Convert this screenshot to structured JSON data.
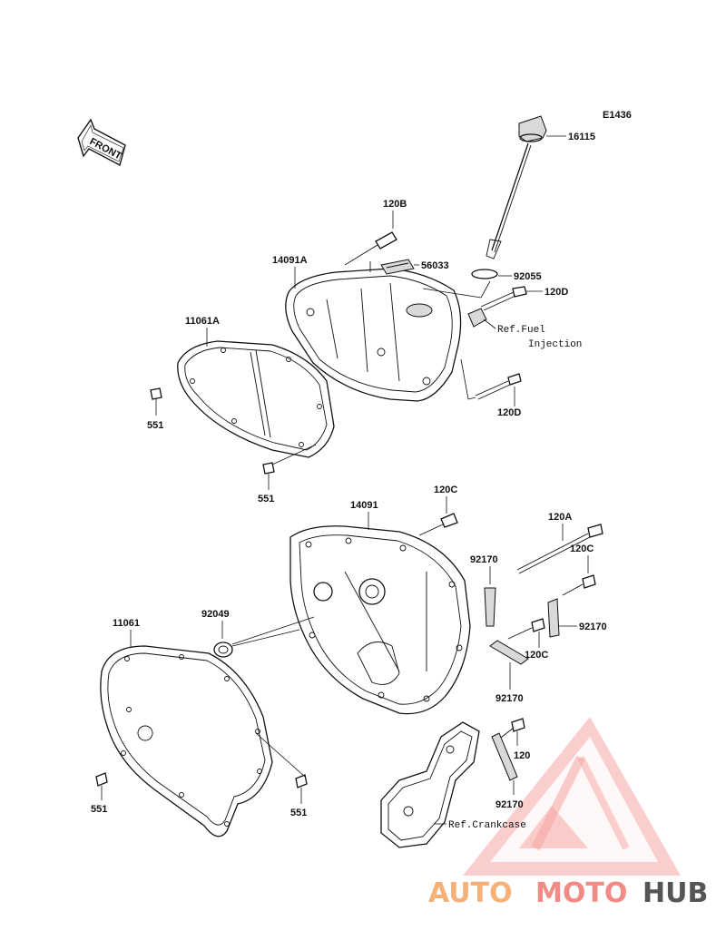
{
  "diagram_code": "E1436",
  "front_label": "FRONT",
  "parts": {
    "p16115": "16115",
    "p120B": "120B",
    "p14091A": "14091A",
    "p56033": "56033",
    "p92055": "92055",
    "p120D_top": "120D",
    "ref_fuel_line1": "Ref.Fuel",
    "ref_fuel_line2": "Injection",
    "p11061A": "11061A",
    "p120D_bottom": "120D",
    "p551_a": "551",
    "p551_b": "551",
    "p120C_top": "120C",
    "p14091": "14091",
    "p120A": "120A",
    "p120C_mid": "120C",
    "p92170_a": "92170",
    "p92049": "92049",
    "p11061": "11061",
    "p92170_b": "92170",
    "p120C_low": "120C",
    "p92170_c": "92170",
    "p120": "120",
    "p92170_d": "92170",
    "p551_c": "551",
    "p551_d": "551",
    "ref_crankcase": "Ref.Crankcase"
  },
  "watermark": {
    "part1": "AUTO",
    "part2": "MOTO",
    "part3": "HUB",
    "colors": {
      "orange": "#f6b179",
      "red": "#f28a85",
      "gray": "#555555"
    }
  }
}
